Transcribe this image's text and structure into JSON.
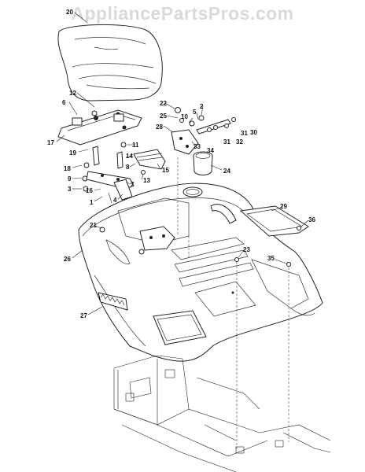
{
  "watermark": "AppliancePartsPros.com",
  "callouts": [
    "20",
    "12",
    "6",
    "17",
    "19",
    "18",
    "9",
    "3",
    "16",
    "1",
    "4",
    "7",
    "11",
    "14",
    "8",
    "13",
    "15",
    "10",
    "22",
    "25",
    "5",
    "2",
    "28",
    "33",
    "31",
    "32",
    "30",
    "31",
    "34",
    "24",
    "21",
    "26",
    "27",
    "23",
    "29",
    "36",
    "35"
  ],
  "colors": {
    "line": "#222222",
    "watermark": "#d9d9d9",
    "background": "#ffffff"
  }
}
